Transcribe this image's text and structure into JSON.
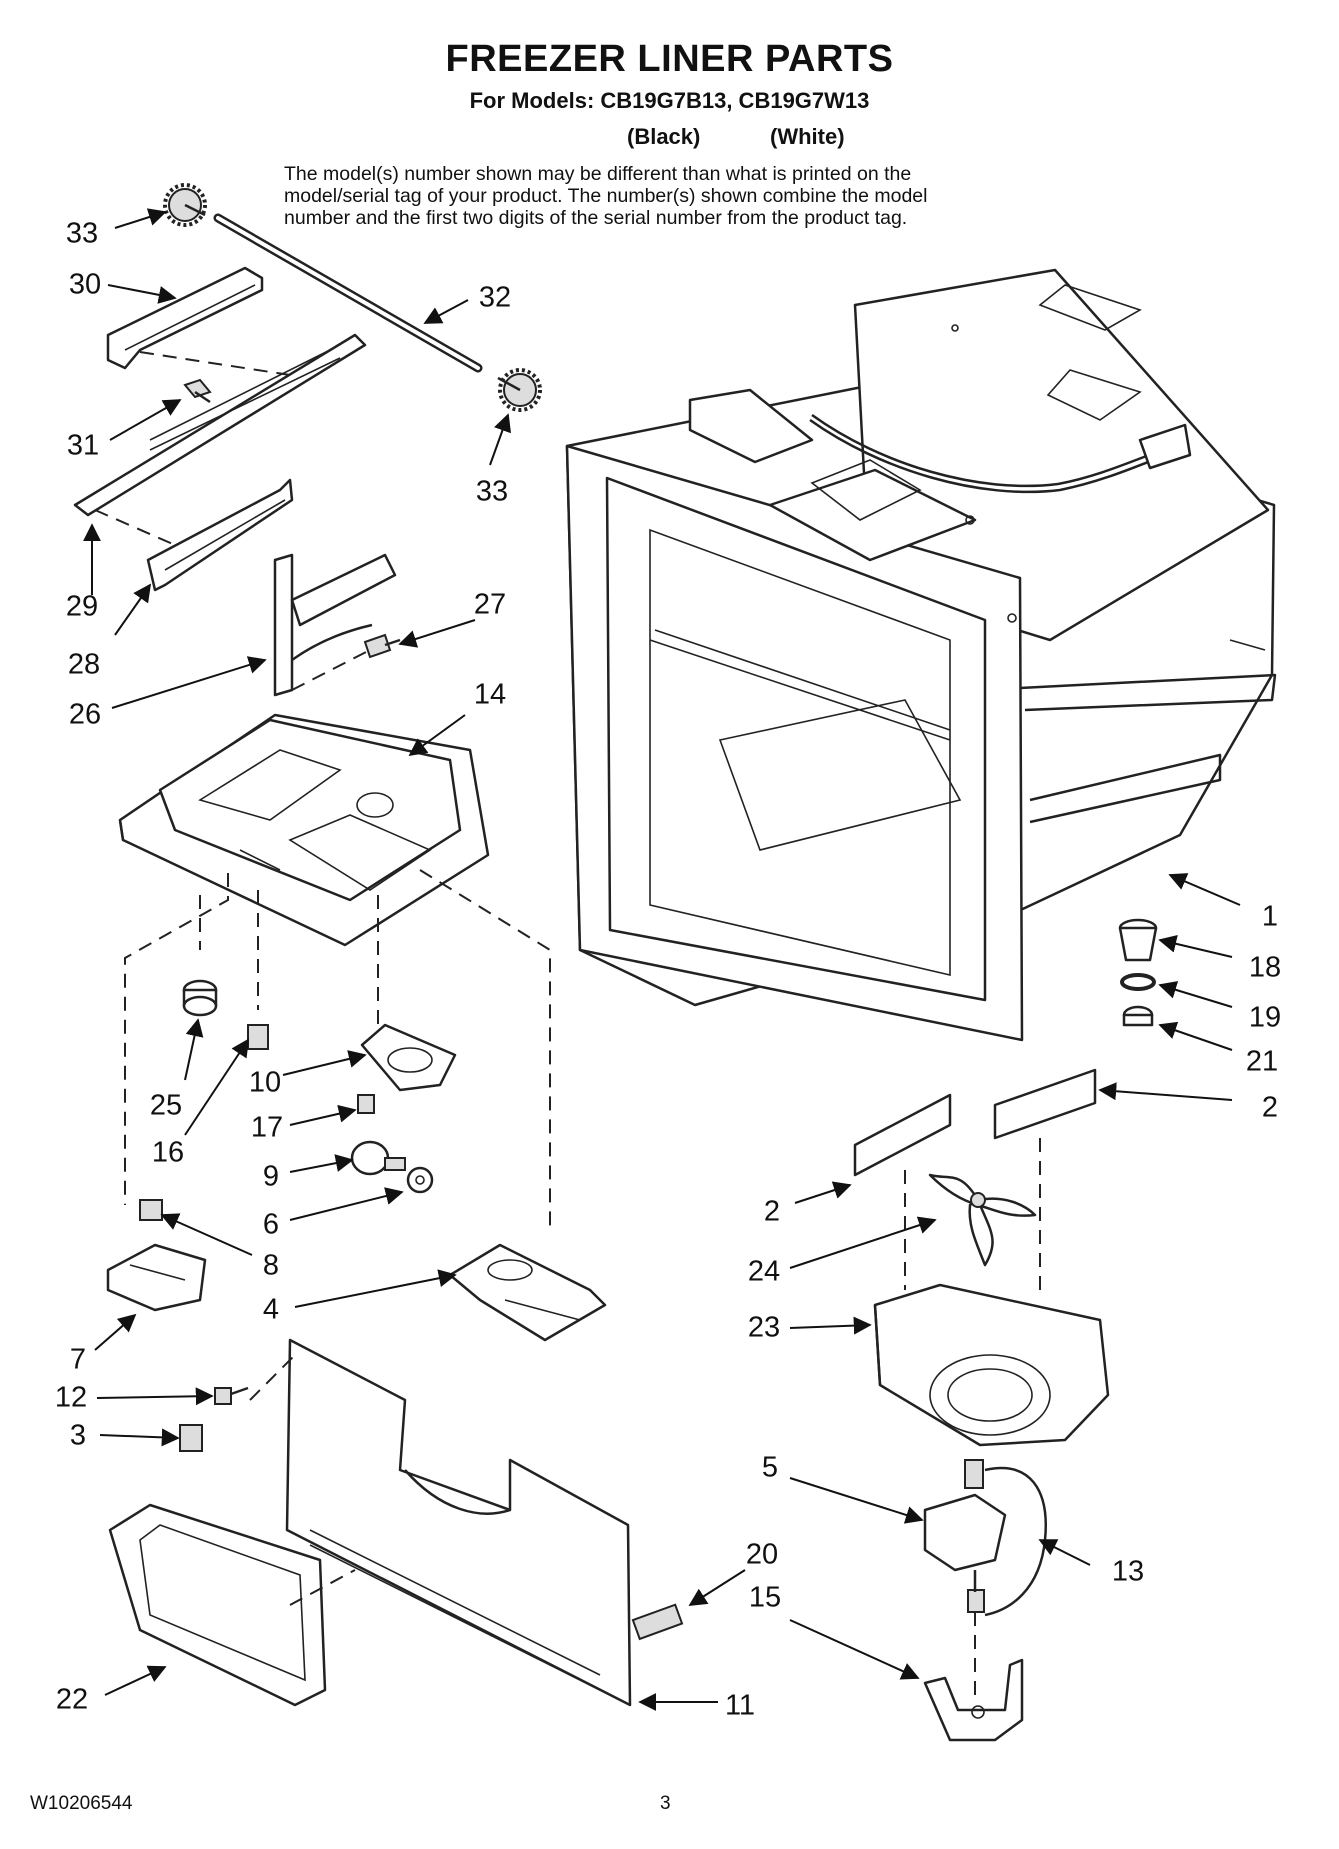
{
  "header": {
    "title": "FREEZER LINER PARTS",
    "subtitle": "For Models: CB19G7B13, CB19G7W13",
    "color_black": "(Black)",
    "color_white": "(White)",
    "note_lines": [
      "The model(s) number shown may be different than what is printed on the",
      "model/serial tag of your product. The number(s) shown combine the model",
      "number and the first two digits of the serial number from the product tag."
    ]
  },
  "footer": {
    "doc_number": "W10206544",
    "page_number": "3"
  },
  "callouts": [
    "33",
    "30",
    "32",
    "31",
    "33",
    "29",
    "28",
    "27",
    "26",
    "14",
    "1",
    "18",
    "19",
    "21",
    "2",
    "2",
    "25",
    "10",
    "16",
    "17",
    "9",
    "6",
    "8",
    "24",
    "4",
    "23",
    "7",
    "12",
    "3",
    "5",
    "13",
    "20",
    "15",
    "22",
    "11"
  ]
}
